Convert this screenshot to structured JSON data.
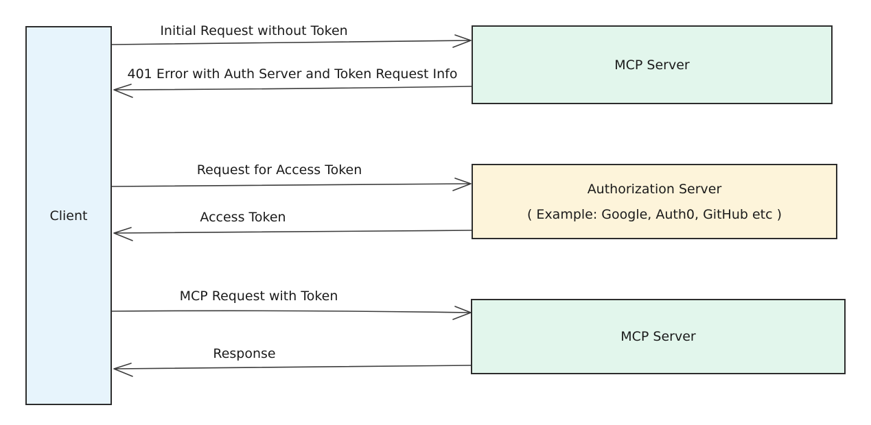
{
  "colors": {
    "canvas_bg": "#ffffff",
    "client_fill": "#e7f4fc",
    "mcp_server_fill": "#e2f6ec",
    "auth_server_fill": "#fdf4da",
    "box_border": "#2c2c2c",
    "arrow_stroke": "#3b3b3b",
    "text": "#1a1a1a"
  },
  "actors": {
    "client": {
      "label": "Client"
    },
    "mcp_server_top": {
      "label": "MCP Server"
    },
    "auth_server": {
      "title": "Authorization Server",
      "subtitle": "( Example: Google, Auth0, GitHub etc )"
    },
    "mcp_server_bottom": {
      "label": "MCP Server"
    }
  },
  "messages": [
    {
      "label": "Initial Request without Token",
      "from": "Client",
      "to": "MCP Server",
      "direction": "right"
    },
    {
      "label": "401 Error with Auth Server and Token Request Info",
      "from": "MCP Server",
      "to": "Client",
      "direction": "left"
    },
    {
      "label": "Request for Access Token",
      "from": "Client",
      "to": "Authorization Server",
      "direction": "right"
    },
    {
      "label": "Access Token",
      "from": "Authorization Server",
      "to": "Client",
      "direction": "left"
    },
    {
      "label": "MCP Request with Token",
      "from": "Client",
      "to": "MCP Server",
      "direction": "right"
    },
    {
      "label": "Response",
      "from": "MCP Server",
      "to": "Client",
      "direction": "left"
    }
  ]
}
